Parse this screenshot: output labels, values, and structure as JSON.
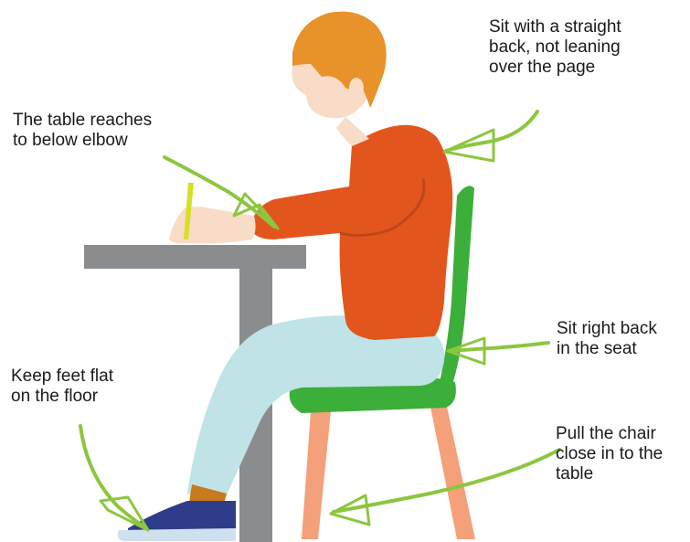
{
  "labels": {
    "back": "Sit with a straight\nback, not leaning\nover the page",
    "table": "The table reaches\nto below elbow",
    "seat": "Sit right back\nin the seat",
    "feet": "Keep feet flat\non the floor",
    "chair": "Pull the chair\nclose in to the\ntable"
  },
  "colors": {
    "hair": "#e8922a",
    "skin": "#f9dcc8",
    "shirt": "#e2561d",
    "trousers": "#bfe3e6",
    "shoe": "#2f3c8a",
    "sole": "#cfe0ee",
    "sock": "#c77a1e",
    "table": "#8a8c8e",
    "seat": "#3cae3a",
    "chair_legs": "#f4a07a",
    "arrow": "#8cc63f",
    "pencil": "#d7df23"
  }
}
